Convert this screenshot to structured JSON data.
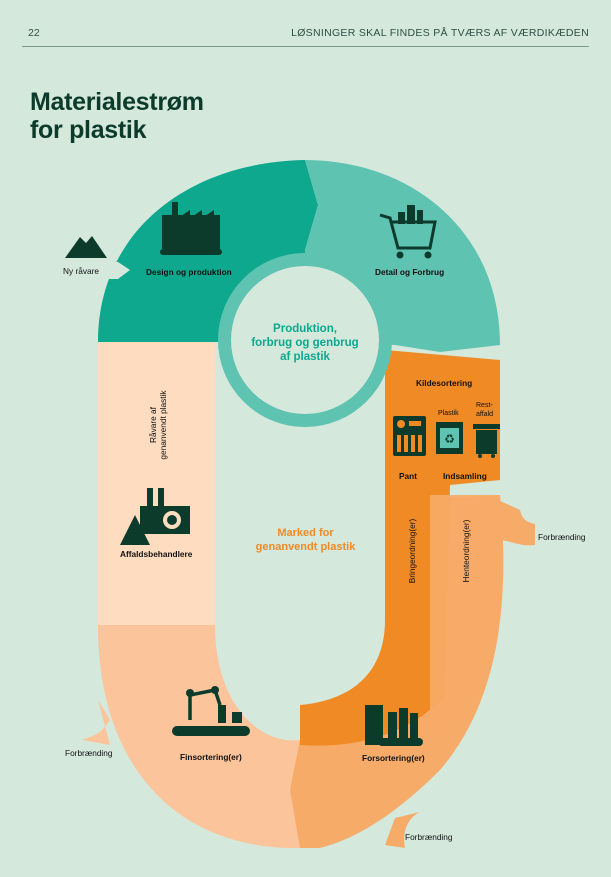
{
  "header": {
    "page_number": "22",
    "section_title": "LØSNINGER SKAL FINDES PÅ TVÆRS AF VÆRDIKÆDEN"
  },
  "title_line1": "Materialestrøm",
  "title_line2": "for plastik",
  "colors": {
    "dark_teal": "#0da88e",
    "light_teal": "#5ec3b1",
    "orange": "#f08a24",
    "mid_orange": "#f7ab68",
    "light_orange": "#fbc49a",
    "pale_peach": "#fddcc0",
    "icon": "#0c3b2c",
    "background": "#d4e8dc"
  },
  "diagram": {
    "center_circle": [
      "Produktion,",
      "forbrug og genbrug",
      "af plastik"
    ],
    "inner_market": [
      "Marked for",
      "genanvendt plastik"
    ],
    "stages": {
      "ny_ravare": "Ny råvare",
      "design": "Design og produktion",
      "detail": "Detail og Forbrug",
      "kildesortering": "Kildesortering",
      "pant": "Pant",
      "indsamling": "Indsamling",
      "plastik_bin": "Plastik",
      "rest_line1": "Rest-",
      "rest_line2": "affald",
      "bringeordning": "Bringeordning(er)",
      "henteordning": "Henteordning(er)",
      "forbraending_right": "Forbrænding",
      "forsortering": "Forsortering(er)",
      "forbraending_bottom": "Forbrænding",
      "finsortering": "Finsortering(er)",
      "forbraending_left": "Forbrænding",
      "affaldsbehandlere": "Affaldsbehandlere",
      "ravare_line1": "Råvare af",
      "ravare_line2": "genanvendt plastik"
    },
    "icons": [
      "mountain-icon",
      "factory-icon",
      "shopping-cart-icon",
      "deposit-machine-icon",
      "recycling-bin-icon",
      "trash-bin-icon",
      "sorting-facility-icon",
      "robot-arm-icon",
      "waste-plant-icon"
    ]
  }
}
